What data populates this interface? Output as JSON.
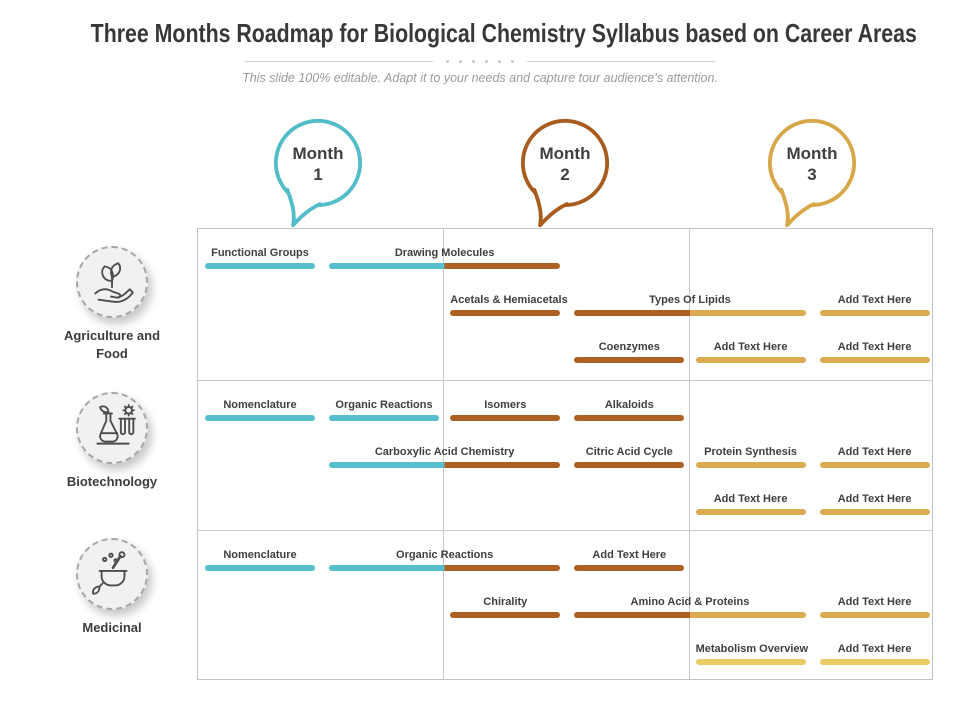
{
  "title": "Three Months Roadmap for Biological Chemistry Syllabus based on Career Areas",
  "subtitle": "This slide 100% editable. Adapt it to your needs and capture tour audience's attention.",
  "months": [
    {
      "word": "Month",
      "number": "1",
      "color": "#53BCCA"
    },
    {
      "word": "Month",
      "number": "2",
      "color": "#A85C1E"
    },
    {
      "word": "Month",
      "number": "3",
      "color": "#D8A74A"
    }
  ],
  "colors": {
    "teal": "#56BECC",
    "brown": "#AC6122",
    "gold": "#DBAB52",
    "lightgold": "#EACB63"
  },
  "rows": [
    {
      "label": "Agriculture and Food",
      "icon": "hand-plant-icon",
      "bars": [
        {
          "label": "Functional Groups",
          "subrow": 0,
          "slots": [
            0,
            0
          ],
          "colors": [
            "teal"
          ]
        },
        {
          "label": "Drawing Molecules",
          "subrow": 0,
          "slots": [
            1,
            2
          ],
          "colors": [
            "teal",
            "brown"
          ]
        },
        {
          "label": "Acetals & Hemiacetals",
          "subrow": 1,
          "slots": [
            2,
            2
          ],
          "colors": [
            "brown"
          ]
        },
        {
          "label": "Types Of Lipids",
          "subrow": 1,
          "slots": [
            3,
            4
          ],
          "colors": [
            "brown",
            "gold"
          ]
        },
        {
          "label": "Add Text Here",
          "subrow": 1,
          "slots": [
            5,
            5
          ],
          "colors": [
            "gold"
          ]
        },
        {
          "label": "Coenzymes",
          "subrow": 2,
          "slots": [
            3,
            3
          ],
          "colors": [
            "brown"
          ]
        },
        {
          "label": "Add Text Here",
          "subrow": 2,
          "slots": [
            4,
            4
          ],
          "colors": [
            "gold"
          ]
        },
        {
          "label": "Add Text Here",
          "subrow": 2,
          "slots": [
            5,
            5
          ],
          "colors": [
            "gold"
          ]
        }
      ]
    },
    {
      "label": "Biotechnology",
      "icon": "flask-gear-icon",
      "bars": [
        {
          "label": "Nomenclature",
          "subrow": 0,
          "slots": [
            0,
            0
          ],
          "colors": [
            "teal"
          ]
        },
        {
          "label": "Organic Reactions",
          "subrow": 0,
          "slots": [
            1,
            1
          ],
          "colors": [
            "teal"
          ]
        },
        {
          "label": "Isomers",
          "subrow": 0,
          "slots": [
            2,
            2
          ],
          "colors": [
            "brown"
          ]
        },
        {
          "label": "Alkaloids",
          "subrow": 0,
          "slots": [
            3,
            3
          ],
          "colors": [
            "brown"
          ]
        },
        {
          "label": "Carboxylic Acid Chemistry",
          "subrow": 1,
          "slots": [
            1,
            2
          ],
          "colors": [
            "teal",
            "brown"
          ]
        },
        {
          "label": "Citric Acid Cycle",
          "subrow": 1,
          "slots": [
            3,
            3
          ],
          "colors": [
            "brown"
          ]
        },
        {
          "label": "Protein Synthesis",
          "subrow": 1,
          "slots": [
            4,
            4
          ],
          "colors": [
            "gold"
          ]
        },
        {
          "label": "Add Text Here",
          "subrow": 1,
          "slots": [
            5,
            5
          ],
          "colors": [
            "gold"
          ]
        },
        {
          "label": "Add Text Here",
          "subrow": 2,
          "slots": [
            4,
            4
          ],
          "colors": [
            "gold"
          ]
        },
        {
          "label": "Add Text Here",
          "subrow": 2,
          "slots": [
            5,
            5
          ],
          "colors": [
            "gold"
          ]
        }
      ]
    },
    {
      "label": "Medicinal",
      "icon": "mortar-pestle-icon",
      "bars": [
        {
          "label": "Nomenclature",
          "subrow": 0,
          "slots": [
            0,
            0
          ],
          "colors": [
            "teal"
          ]
        },
        {
          "label": "Organic Reactions",
          "subrow": 0,
          "slots": [
            1,
            2
          ],
          "colors": [
            "teal",
            "brown"
          ]
        },
        {
          "label": "Add Text Here",
          "subrow": 0,
          "slots": [
            3,
            3
          ],
          "colors": [
            "brown"
          ]
        },
        {
          "label": "Chirality",
          "subrow": 1,
          "slots": [
            2,
            2
          ],
          "colors": [
            "brown"
          ]
        },
        {
          "label": "Amino Acid & Proteins",
          "subrow": 1,
          "slots": [
            3,
            4
          ],
          "colors": [
            "brown",
            "gold"
          ]
        },
        {
          "label": "Add Text Here",
          "subrow": 1,
          "slots": [
            5,
            5
          ],
          "colors": [
            "gold"
          ]
        },
        {
          "label": "Metabolism Overview",
          "subrow": 2,
          "slots": [
            4,
            4
          ],
          "colors": [
            "lightgold"
          ]
        },
        {
          "label": "Add Text Here",
          "subrow": 2,
          "slots": [
            5,
            5
          ],
          "colors": [
            "lightgold"
          ]
        }
      ]
    }
  ]
}
